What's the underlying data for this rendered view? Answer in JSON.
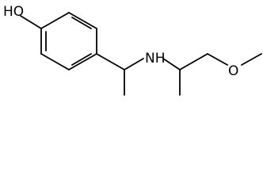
{
  "molecule": {
    "atoms": {
      "hydroxyl": "HO",
      "amine": "NH",
      "methoxy_oxygen": "O"
    }
  }
}
